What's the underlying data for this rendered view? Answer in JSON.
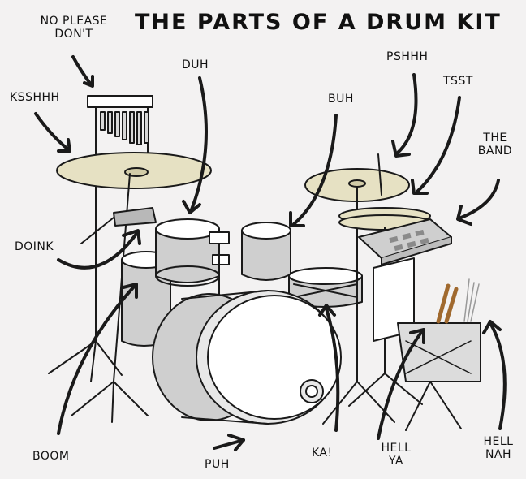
{
  "title": "THE PARTS OF A DRUM KIT",
  "labels": {
    "no_please_1": "NO PLEASE",
    "no_please_2": "DON'T",
    "ksshhh": "KSSHHH",
    "duh": "DUH",
    "buh": "BUH",
    "pshhh": "PSHHH",
    "tsst": "TSST",
    "the_band_1": "THE",
    "the_band_2": "BAND",
    "doink": "DOINK",
    "boom": "BOOM",
    "puh": "PUH",
    "ka": "KA!",
    "hell_ya_1": "HELL",
    "hell_ya_2": "YA",
    "hell_nah_1": "HELL",
    "hell_nah_2": "NAH"
  },
  "colors": {
    "background": "#f3f2f2",
    "ink": "#111111",
    "drum_shell": "#cfcfcf",
    "cymbal": "#e6e1c3",
    "drum_head": "#ffffff"
  }
}
